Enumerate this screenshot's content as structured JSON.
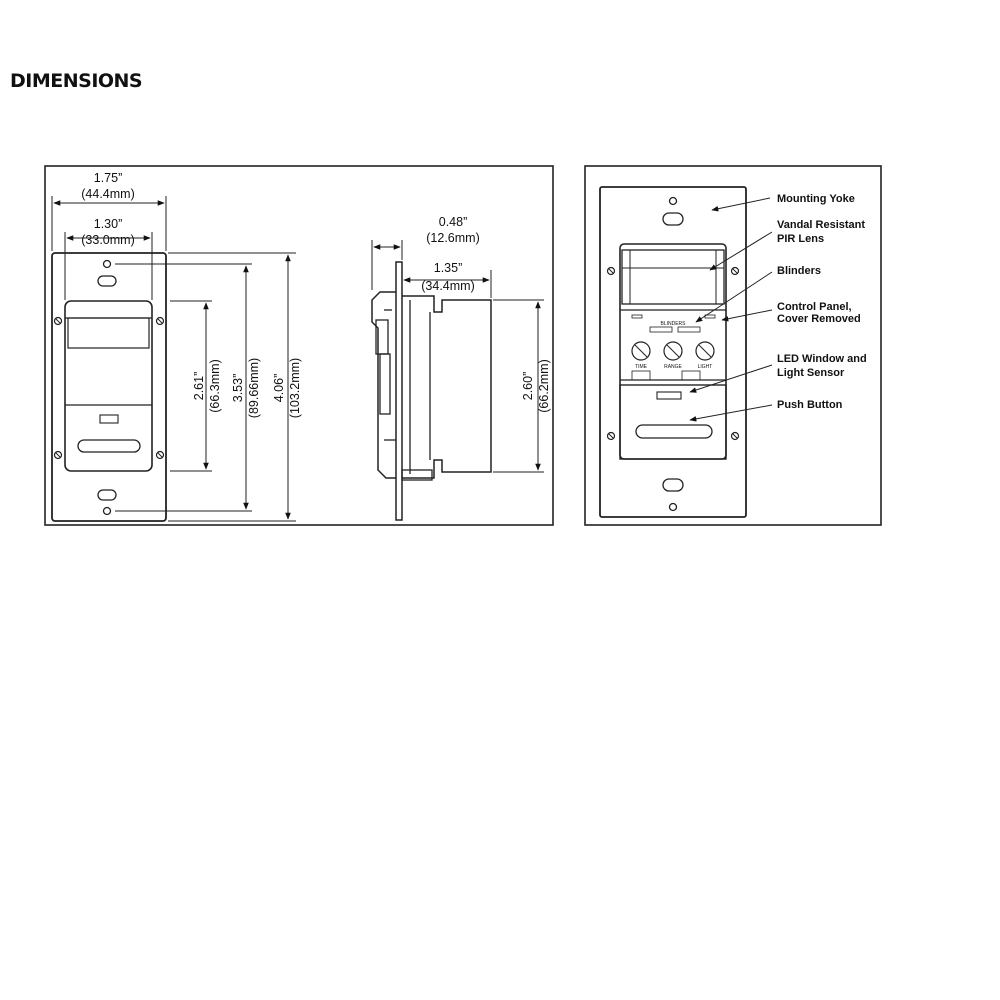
{
  "heading": "DIMENSIONS",
  "front_view": {
    "width_outer": {
      "inch": "1.75”",
      "mm": "(44.4mm)"
    },
    "width_inner": {
      "inch": "1.30”",
      "mm": "(33.0mm)"
    },
    "height_lens": {
      "inch": "2.61”",
      "mm": "(66.3mm)"
    },
    "height_screws": {
      "inch": "3.53”",
      "mm": "(89.66mm)"
    },
    "height_plate": {
      "inch": "4.06”",
      "mm": "(103.2mm)"
    }
  },
  "side_view": {
    "plate_depth": {
      "inch": "0.48”",
      "mm": "(12.6mm)"
    },
    "body_depth": {
      "inch": "1.35”",
      "mm": "(34.4mm)"
    },
    "body_height": {
      "inch": "2.60”",
      "mm": "(66.2mm)"
    }
  },
  "callouts": {
    "mounting_yoke": "Mounting Yoke",
    "pir_lens_1": "Vandal Resistant",
    "pir_lens_2": "PIR Lens",
    "blinders": "Blinders",
    "control_panel_1": "Control Panel,",
    "control_panel_2": "Cover Removed",
    "led_window_1": "LED Window and",
    "led_window_2": "Light Sensor",
    "push_button": "Push Button"
  },
  "control_panel": {
    "blinders_label": "BLINDERS",
    "dial_time": "TIME",
    "dial_range": "RANGE",
    "dial_light": "LIGHT"
  }
}
